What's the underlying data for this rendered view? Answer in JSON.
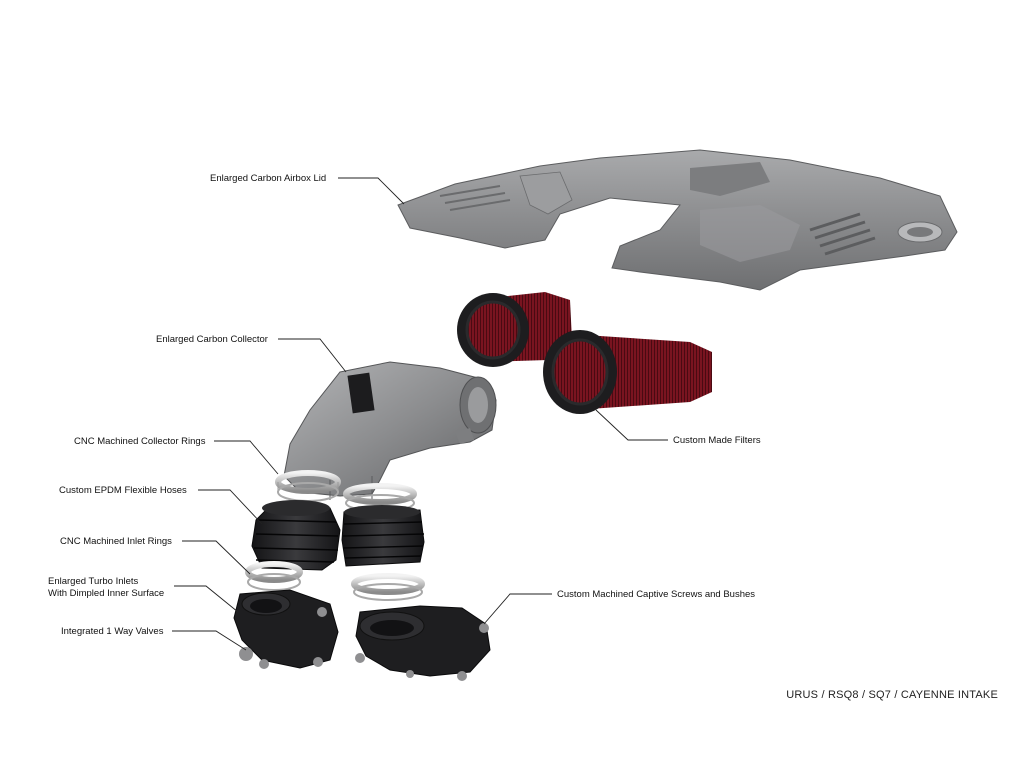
{
  "labels": {
    "airbox_lid": "Enlarged Carbon Airbox Lid",
    "collector": "Enlarged Carbon Collector",
    "collector_rings": "CNC Machined Collector Rings",
    "hoses": "Custom EPDM Flexible Hoses",
    "inlet_rings": "CNC Machined Inlet Rings",
    "turbo_inlets_line1": "Enlarged Turbo Inlets",
    "turbo_inlets_line2": "With Dimpled Inner Surface",
    "valves": "Integrated 1 Way Valves",
    "filters": "Custom Made Filters",
    "screws": "Custom Machined Captive Screws and Bushes"
  },
  "footer": "URUS / RSQ8 / SQ7 / CAYENNE INTAKE",
  "colors": {
    "carbon_grey": "#8e8f91",
    "rubber_black": "#1f1f21",
    "filter_red": "#7a1420",
    "ring_silver": "#d9d9d9"
  }
}
